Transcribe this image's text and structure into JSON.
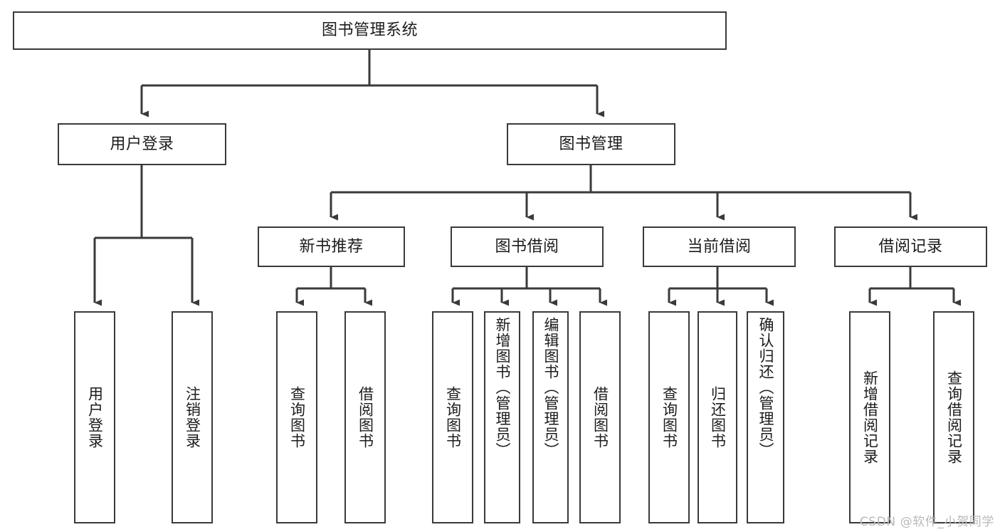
{
  "diagram": {
    "title": "图书管理系统",
    "type": "tree-hierarchy-chart",
    "root": {
      "label": "图书管理系统"
    },
    "level2": [
      {
        "label": "用户登录"
      },
      {
        "label": "图书管理"
      }
    ],
    "level3": [
      {
        "label": "新书推荐"
      },
      {
        "label": "图书借阅"
      },
      {
        "label": "当前借阅"
      },
      {
        "label": "借阅记录"
      }
    ],
    "leaves": {
      "user_login": [
        {
          "label": "用户登录"
        },
        {
          "label": "注销登录"
        }
      ],
      "new_book_recommend": [
        {
          "label": "查询图书"
        },
        {
          "label": "借阅图书"
        }
      ],
      "book_borrow": [
        {
          "label": "查询图书"
        },
        {
          "label": "新增图书（管理员）"
        },
        {
          "label": "编辑图书（管理员）"
        },
        {
          "label": "借阅图书"
        }
      ],
      "current_borrow": [
        {
          "label": "查询图书"
        },
        {
          "label": "归还图书"
        },
        {
          "label": "确认归还（管理员）"
        }
      ],
      "borrow_record": [
        {
          "label": "新增借阅记录"
        },
        {
          "label": "查询借阅记录"
        }
      ]
    }
  },
  "watermark": {
    "text": "CSDN @软件_小贺同学"
  },
  "colors": {
    "stroke": "#3a3a3a",
    "box_fill": "#ffffff",
    "text": "#1c1c1c",
    "watermark": "#b9b9b9",
    "page_background": "#ffffff"
  }
}
